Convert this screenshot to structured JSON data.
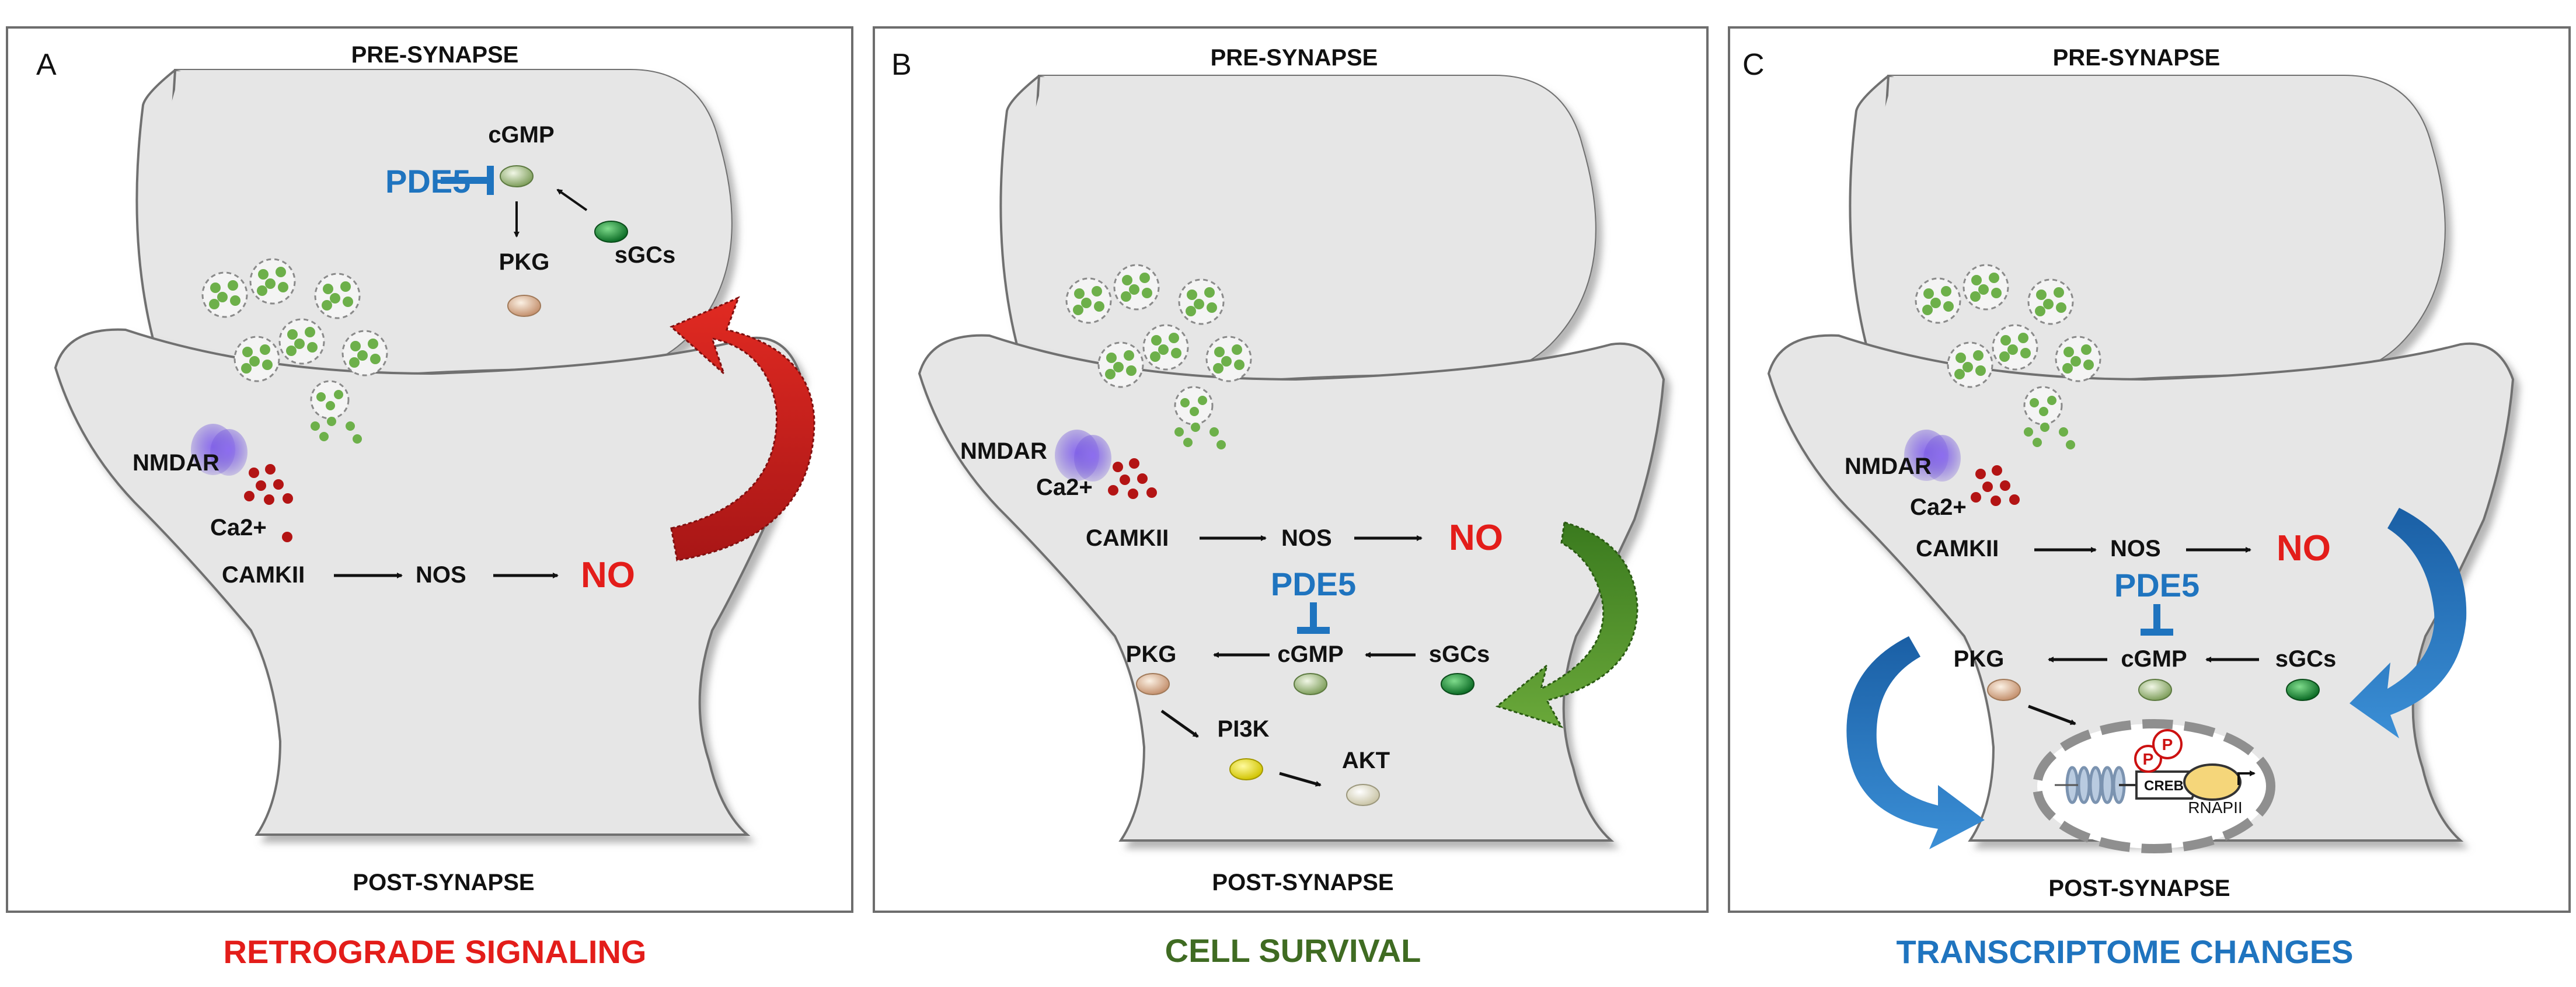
{
  "colors": {
    "red": "#e31d1a",
    "green": "#3f6b22",
    "blue": "#1f74bf",
    "cell_fill": "#e6e6e6",
    "panel_border": "#6d6d6d"
  },
  "panels": [
    {
      "letter": "A",
      "pre_label": "PRE-SYNAPSE",
      "post_label": "POST-SYNAPSE",
      "caption": "RETROGRADE SIGNALING",
      "pre": {
        "cgmp": "cGMP",
        "pde5": "PDE5",
        "pkg": "PKG",
        "sgcs": "sGCs"
      },
      "post": {
        "nmdar": "NMDAR",
        "ca": "Ca2+",
        "camkii": "CAMKII",
        "nos": "NOS",
        "no": "NO"
      }
    },
    {
      "letter": "B",
      "pre_label": "PRE-SYNAPSE",
      "post_label": "POST-SYNAPSE",
      "caption": "CELL SURVIVAL",
      "post": {
        "nmdar": "NMDAR",
        "ca": "Ca2+",
        "camkii": "CAMKII",
        "nos": "NOS",
        "no": "NO",
        "pde5": "PDE5",
        "pkg": "PKG",
        "cgmp": "cGMP",
        "sgcs": "sGCs",
        "pi3k": "PI3K",
        "akt": "AKT"
      }
    },
    {
      "letter": "C",
      "pre_label": "PRE-SYNAPSE",
      "post_label": "POST-SYNAPSE",
      "caption": "TRANSCRIPTOME CHANGES",
      "post": {
        "nmdar": "NMDAR",
        "ca": "Ca2+",
        "camkii": "CAMKII",
        "nos": "NOS",
        "no": "NO",
        "pde5": "PDE5",
        "pkg": "PKG",
        "cgmp": "cGMP",
        "sgcs": "sGCs",
        "p": "P",
        "creb": "CREB",
        "rnapii": "RNAPII"
      }
    }
  ]
}
